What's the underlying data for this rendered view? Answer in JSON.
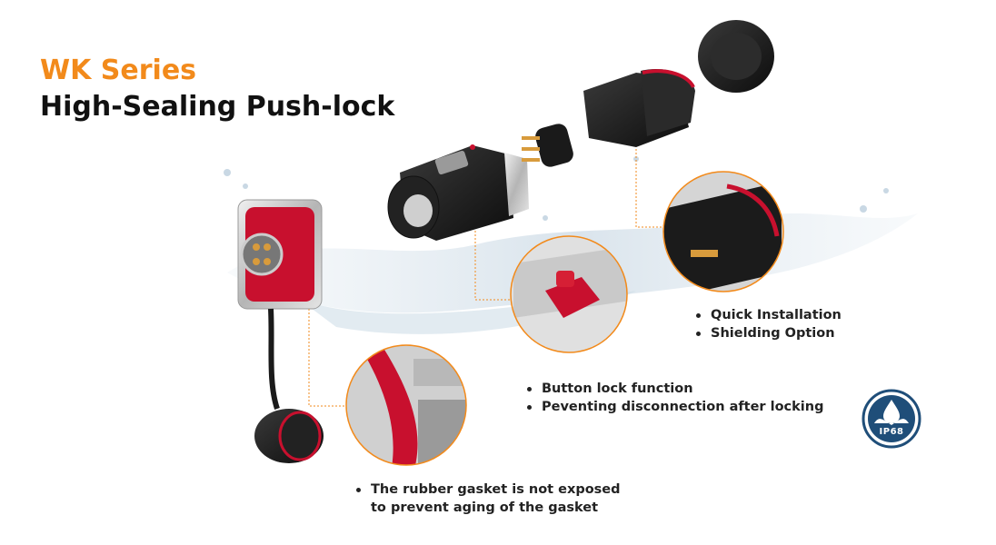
{
  "heading": {
    "series": "WK Series",
    "product": "High-Sealing Push-lock"
  },
  "features": {
    "installation": [
      "Quick Installation",
      "Shielding  Option"
    ],
    "lock": [
      "Button lock function",
      "Peventing disconnection after locking"
    ],
    "gasket": {
      "line1": "The rubber gasket is not exposed",
      "line2": "to prevent aging of the gasket"
    }
  },
  "badge": {
    "label": "IP68",
    "icon": "water-drop-icon"
  },
  "colors": {
    "accent_orange": "#f28a1b",
    "gasket_red": "#c8102e",
    "badge_blue": "#1f4e79"
  }
}
